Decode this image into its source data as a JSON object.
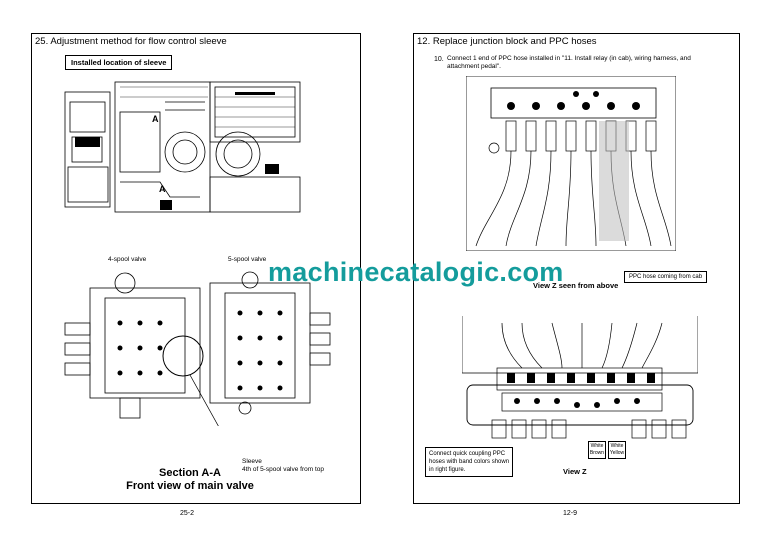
{
  "left": {
    "title": "25. Adjustment method for flow control sleeve",
    "installed_label": "Installed location of sleeve",
    "marker_a": "A",
    "spool4": "4-spool valve",
    "spool5": "5-spool valve",
    "sleeve_line1": "Sleeve",
    "sleeve_line2": "4th of 5-spool valve from top",
    "section_line1": "Section A-A",
    "section_line2": "Front view of main valve",
    "page": "25-2"
  },
  "right": {
    "title": "12. Replace junction block and PPC hoses",
    "step_num": "10.",
    "step_line1": "Connect 1 end of PPC hose installed in \"11. Install relay (in cab), wiring harness, and",
    "step_line2": "attachment pedal\".",
    "ppc_callout": "PPC hose coming from cab",
    "view_z_above": "View Z seen from above",
    "connect_line1": "Connect quick coupling PPC",
    "connect_line2": "hoses with band colors shown",
    "connect_line3": "in right figure.",
    "white_brown_1": "White",
    "white_brown_2": "Brown",
    "white_yellow_1": "White",
    "white_yellow_2": "Yellow",
    "view_z": "View Z",
    "page": "12-9"
  },
  "watermark": "machinecatalogic.com"
}
